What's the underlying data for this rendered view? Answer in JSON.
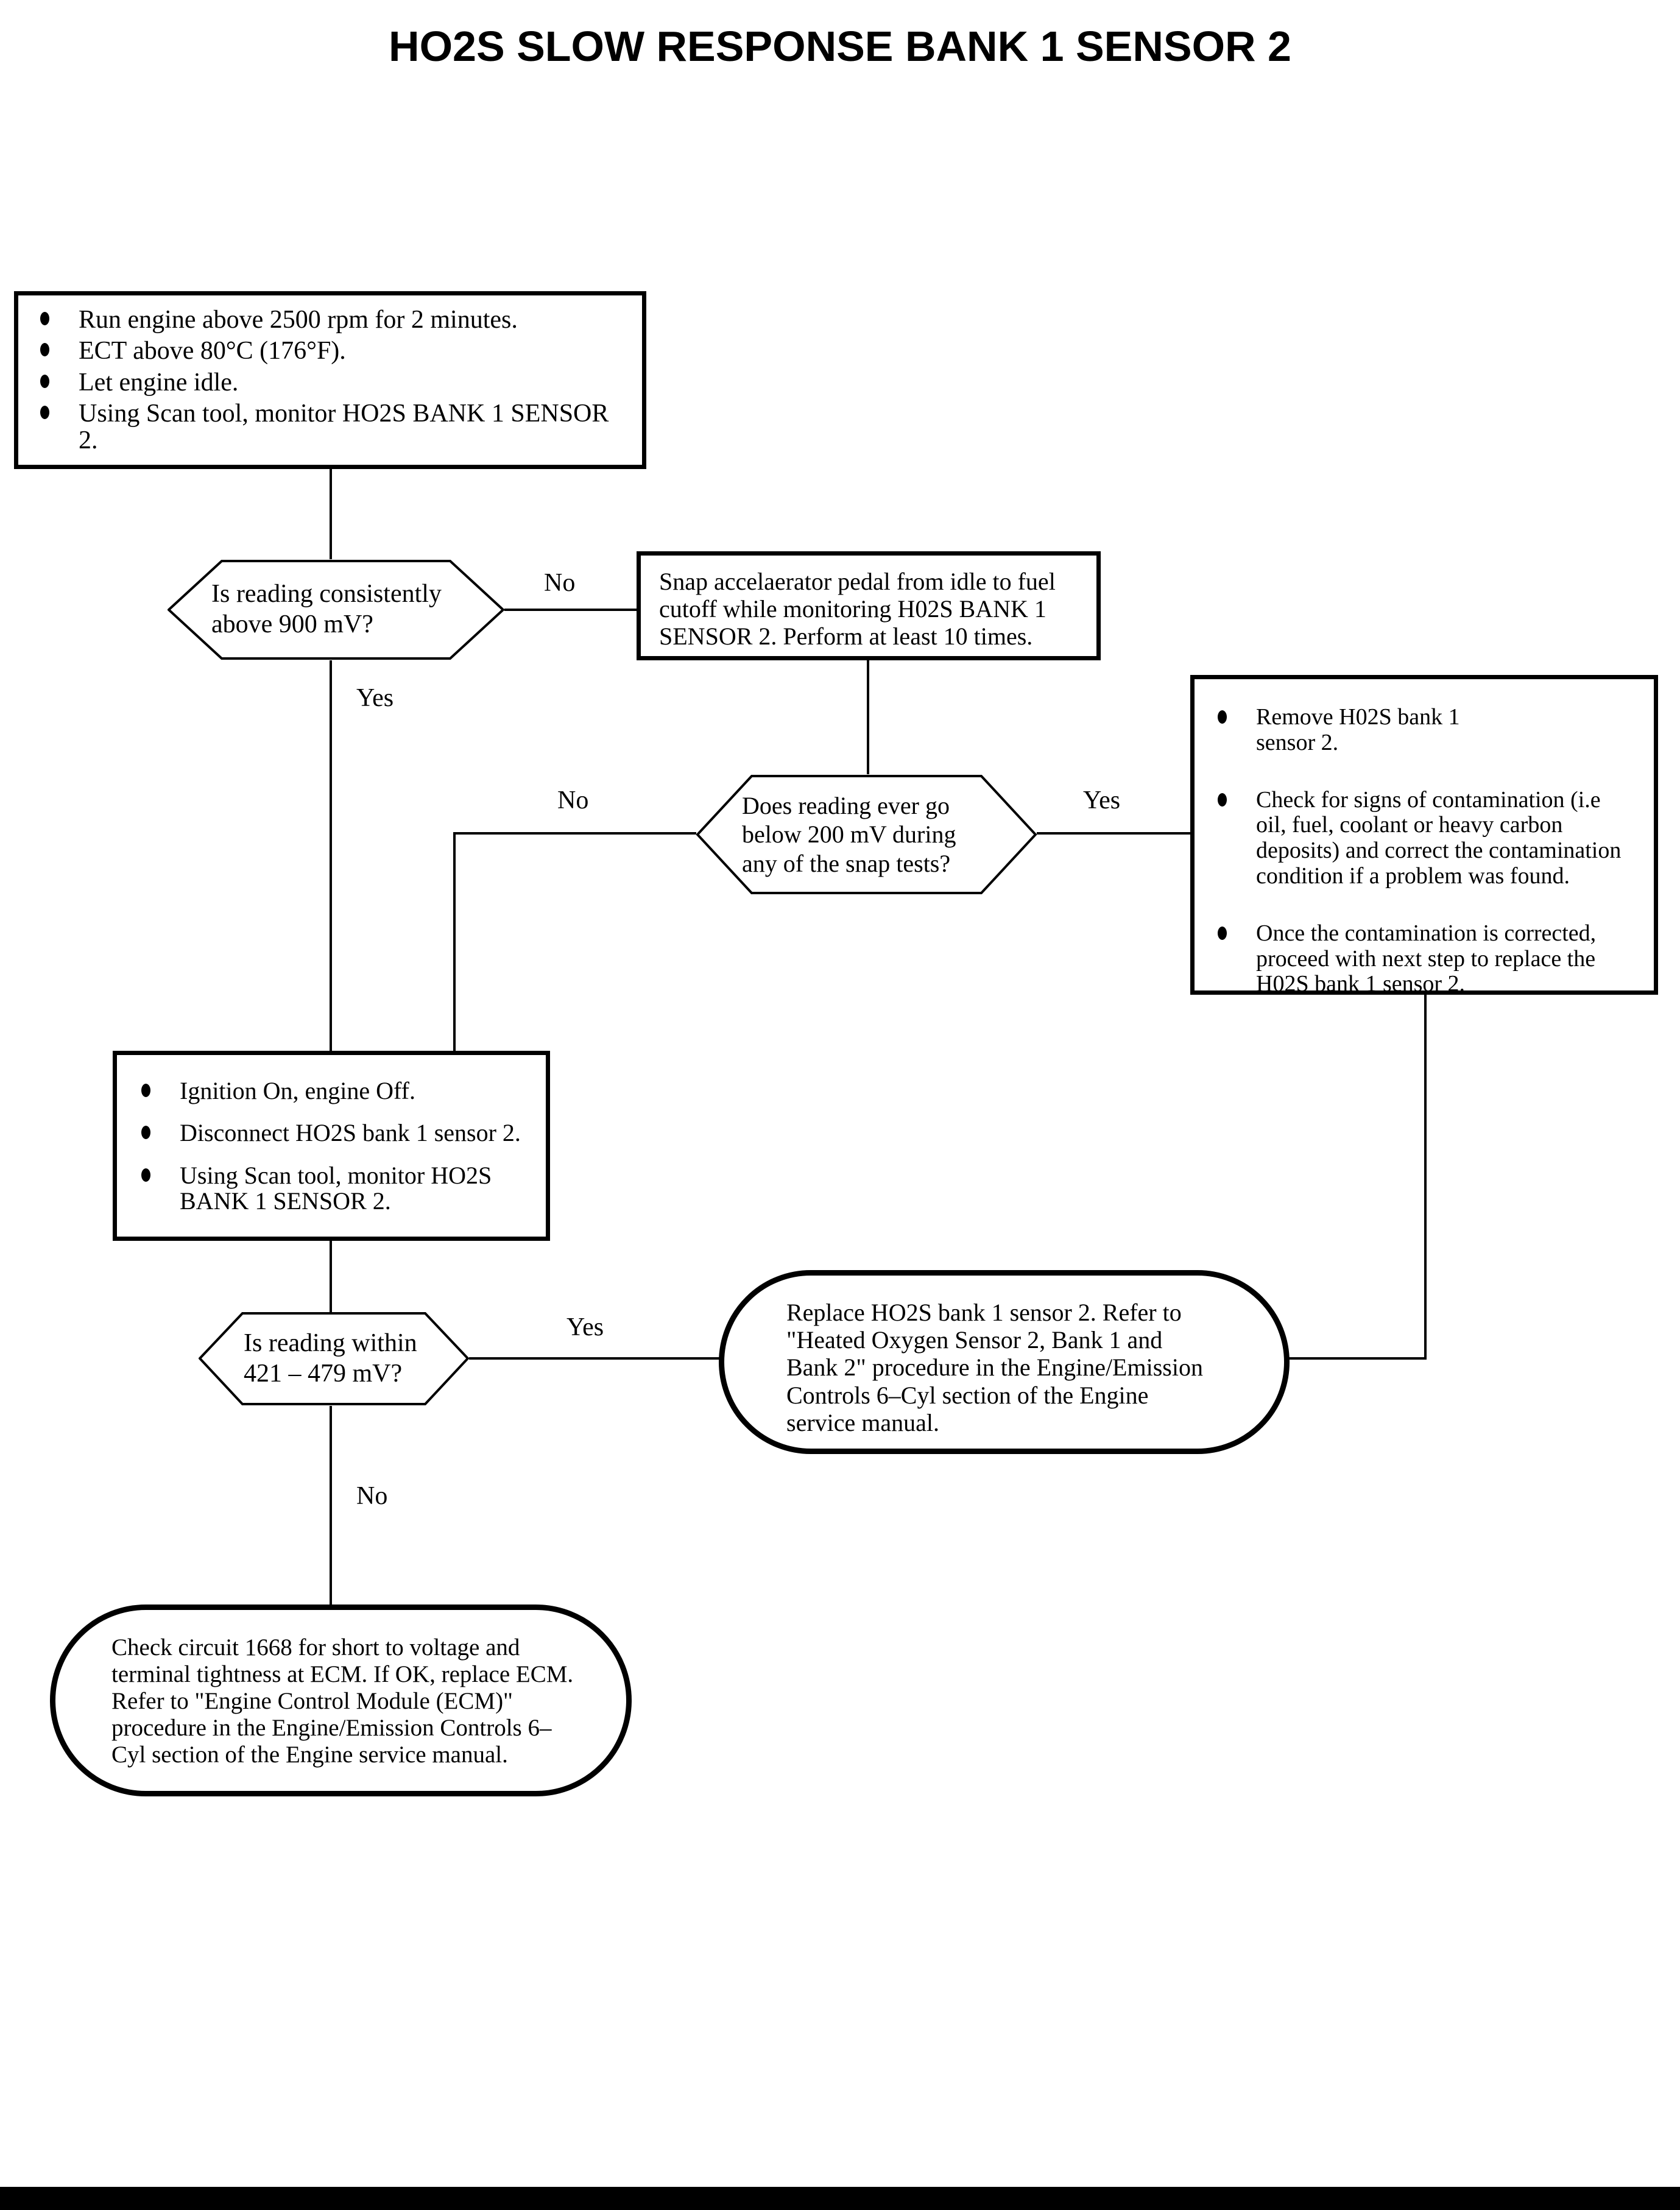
{
  "page": {
    "title": "HO2S SLOW RESPONSE BANK 1 SENSOR 2"
  },
  "labels": {
    "no1": "No",
    "yes1": "Yes",
    "no2": "No",
    "yes2": "Yes",
    "yes3": "Yes",
    "no3": "No"
  },
  "prep_box": {
    "bullets": [
      "Run engine above 2500 rpm for 2 minutes.",
      "ECT above 80°C (176°F).",
      "Let engine idle.",
      "Using Scan tool, monitor HO2S BANK 1 SENSOR 2."
    ]
  },
  "q1": {
    "lines": [
      "Is reading consistently",
      "above 900 mV?"
    ]
  },
  "snap_box": {
    "text": "Snap accelaerator pedal from idle to fuel cutoff while monitoring H02S BANK 1 SENSOR 2. Perform at least 10 times."
  },
  "q2": {
    "lines": [
      "Does reading ever go",
      "below 200 mV during",
      "any of the snap tests?"
    ]
  },
  "contamination_box": {
    "bullets": [
      "Remove H02S bank 1 sensor 2.",
      "Check for signs of contamination (i.e oil, fuel, coolant or heavy carbon deposits) and correct the contamination condition if a problem was found.",
      "Once the contamination is corrected, proceed with next step to replace the H02S bank 1 sensor 2."
    ]
  },
  "ignition_box": {
    "bullets": [
      "Ignition On, engine Off.",
      "Disconnect HO2S bank 1 sensor 2.",
      "Using Scan tool, monitor HO2S BANK 1 SENSOR 2."
    ]
  },
  "q3": {
    "lines": [
      "Is reading within",
      "421 – 479 mV?"
    ]
  },
  "replace_stadium": {
    "text": "Replace HO2S bank 1 sensor 2. Refer to \"Heated Oxygen Sensor 2, Bank 1 and Bank 2\" procedure in the Engine/Emission Controls 6–Cyl section of the Engine service manual."
  },
  "ecm_stadium": {
    "text": "Check circuit 1668 for short to voltage and terminal tightness at ECM. If OK, replace ECM. Refer to \"Engine Control Module (ECM)\" procedure in the Engine/Emission Controls 6–Cyl section of the Engine service manual."
  }
}
